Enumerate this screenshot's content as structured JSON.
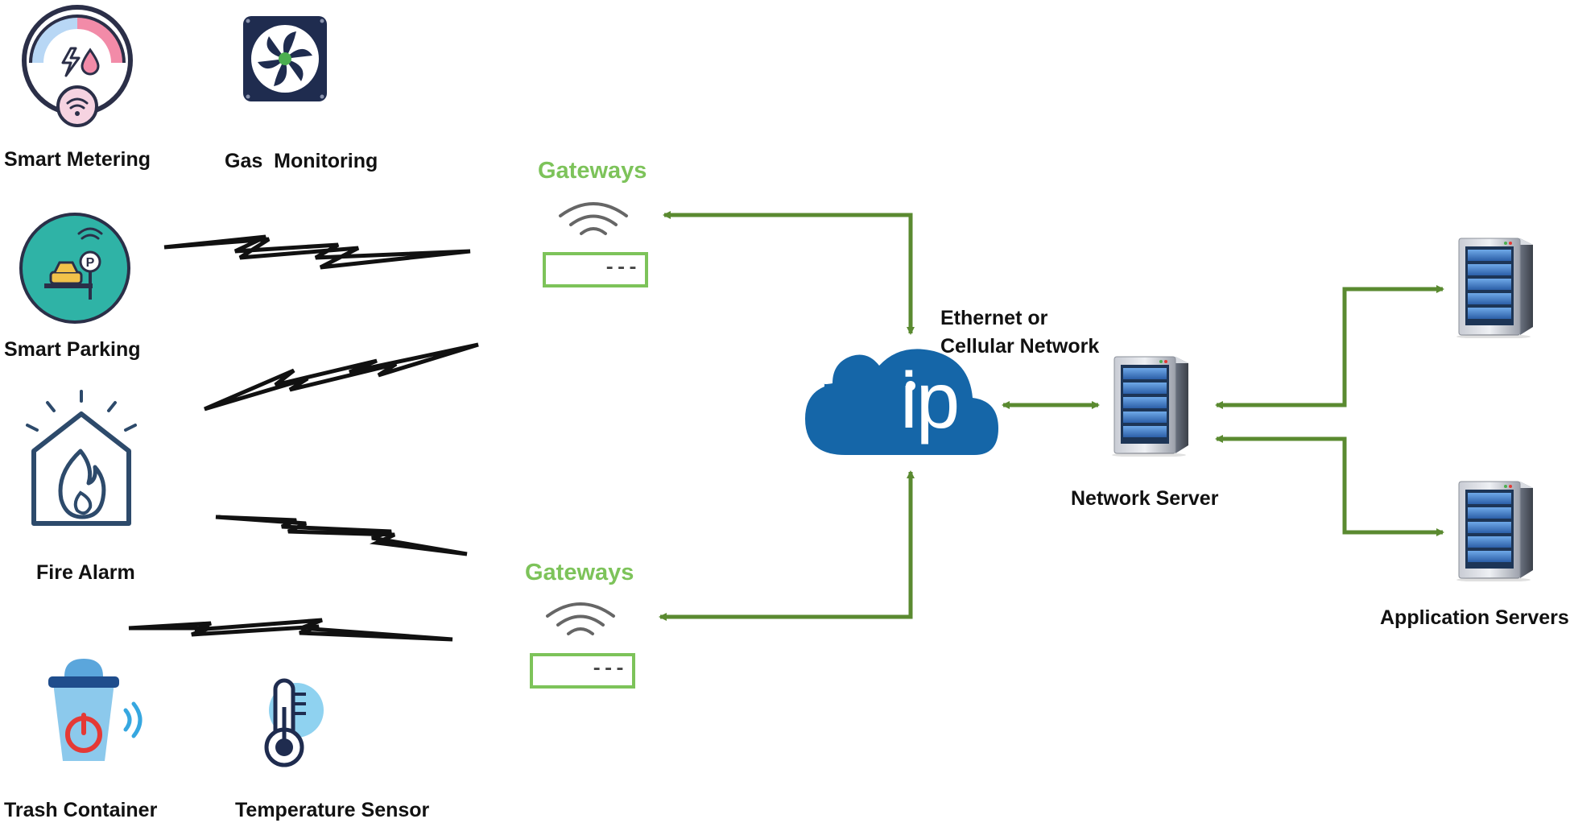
{
  "colors": {
    "accent_green": "#5a8a30",
    "gateway_green": "#7dc35a",
    "cloud_blue": "#1566a8",
    "label_text": "#111111"
  },
  "devices": {
    "smart_metering": "Smart Metering",
    "gas_monitoring": "Gas  Monitoring",
    "smart_parking": "Smart Parking",
    "fire_alarm": "Fire Alarm",
    "trash_container": "Trash Container",
    "temperature_sensor": "Temperature Sensor"
  },
  "gateways": {
    "top_label": "Gateways",
    "bottom_label": "Gateways",
    "display_text": "---"
  },
  "network": {
    "cloud_text": "ip",
    "ethernet_line1": "Ethernet or",
    "ethernet_line2": "Cellular Network",
    "network_server": "Network Server",
    "application_servers": "Application Servers"
  },
  "icons": [
    "smart-meter-icon",
    "gas-fan-icon",
    "parking-icon",
    "fire-alarm-icon",
    "trash-container-icon",
    "thermometer-icon",
    "wifi-icon",
    "ip-cloud-icon",
    "server-icon"
  ]
}
